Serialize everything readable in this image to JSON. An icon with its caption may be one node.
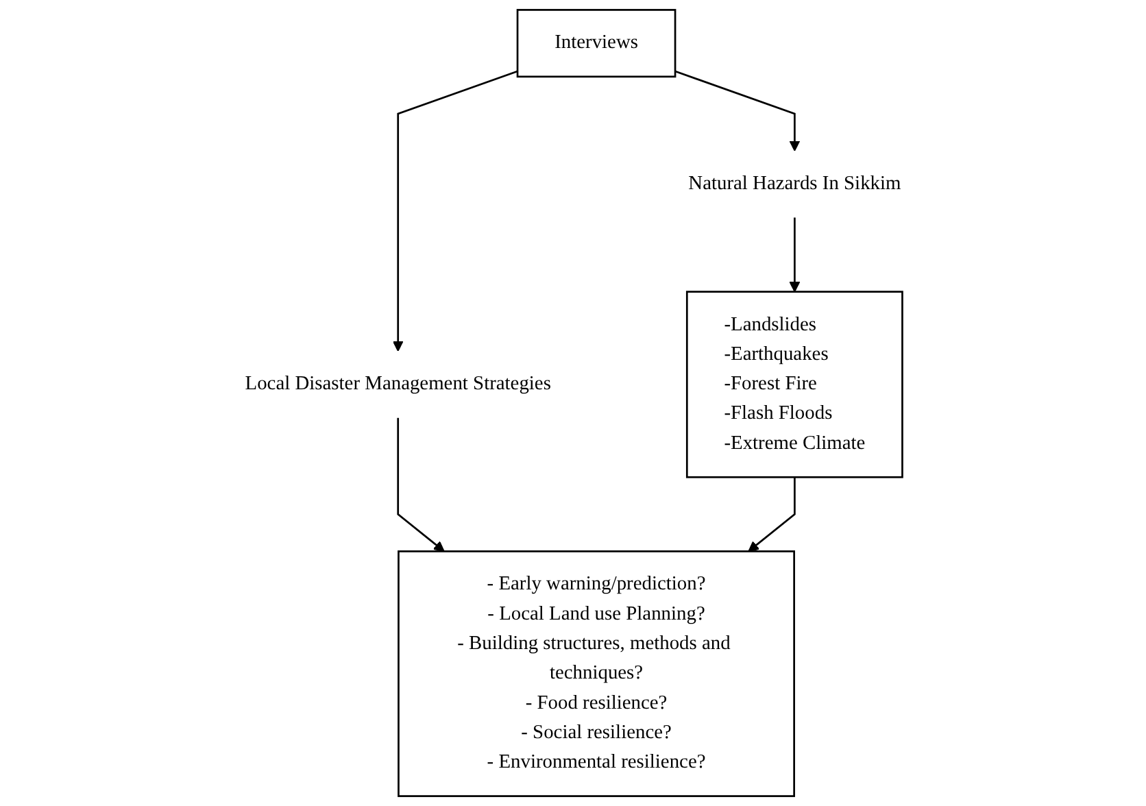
{
  "diagram": {
    "nodes": [
      {
        "text": [
          "Interviews"
        ]
      },
      {
        "text": [
          "Natural Hazards In Sikkim"
        ]
      },
      {
        "text": [
          "Local Disaster Management Strategies"
        ]
      },
      {
        "text": [
          "-Landslides",
          "-Earthquakes",
          "-Forest Fire",
          "-Flash Floods",
          "-Extreme Climate"
        ]
      },
      {
        "text": [
          "- Early warning/prediction?",
          "- Local Land use Planning?",
          "- Building structures, methods and techniques?",
          "- Food resilience?",
          "- Social resilience?",
          "- Environmental resilience?"
        ]
      }
    ],
    "edges": [
      {
        "from": 0,
        "to": 1,
        "arrow": "to"
      },
      {
        "from": 0,
        "to": 2,
        "arrow": "to"
      },
      {
        "from": 1,
        "to": 3,
        "arrow": "to"
      },
      {
        "from": 2,
        "to": 4,
        "arrow": "to"
      },
      {
        "from": 3,
        "to": 4,
        "arrow": "to"
      }
    ]
  }
}
